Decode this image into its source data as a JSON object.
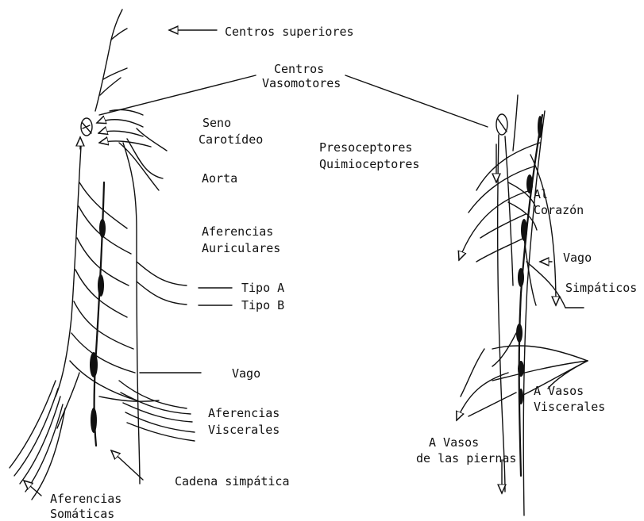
{
  "labels": {
    "centros_superiores": "Centros superiores",
    "centros_vasomotores_1": "Centros",
    "centros_vasomotores_2": "Vasomotores",
    "seno_1": "Seno",
    "seno_2": "Carotídeo",
    "presoceptores": "Presoceptores",
    "quimioceptores": "Quimioceptores",
    "aorta": "Aorta",
    "aferencias_aur_1": "Aferencias",
    "aferencias_aur_2": "Auriculares",
    "tipo_a": "Tipo A",
    "tipo_b": "Tipo B",
    "vago_left": "Vago",
    "aferencias_visc_1": "Aferencias",
    "aferencias_visc_2": "Viscerales",
    "cadena": "Cadena simpática",
    "aferencias_som_1": "Aferencias",
    "aferencias_som_2": "Somáticas",
    "al_1": "Al",
    "al_2": "Corazón",
    "vago_right": "Vago",
    "simpaticos": "Simpáticos",
    "vasos_visc_1": "A Vasos",
    "vasos_visc_2": "Viscerales",
    "vasos_piernas_1": "A Vasos",
    "vasos_piernas_2": "de las piernas"
  }
}
